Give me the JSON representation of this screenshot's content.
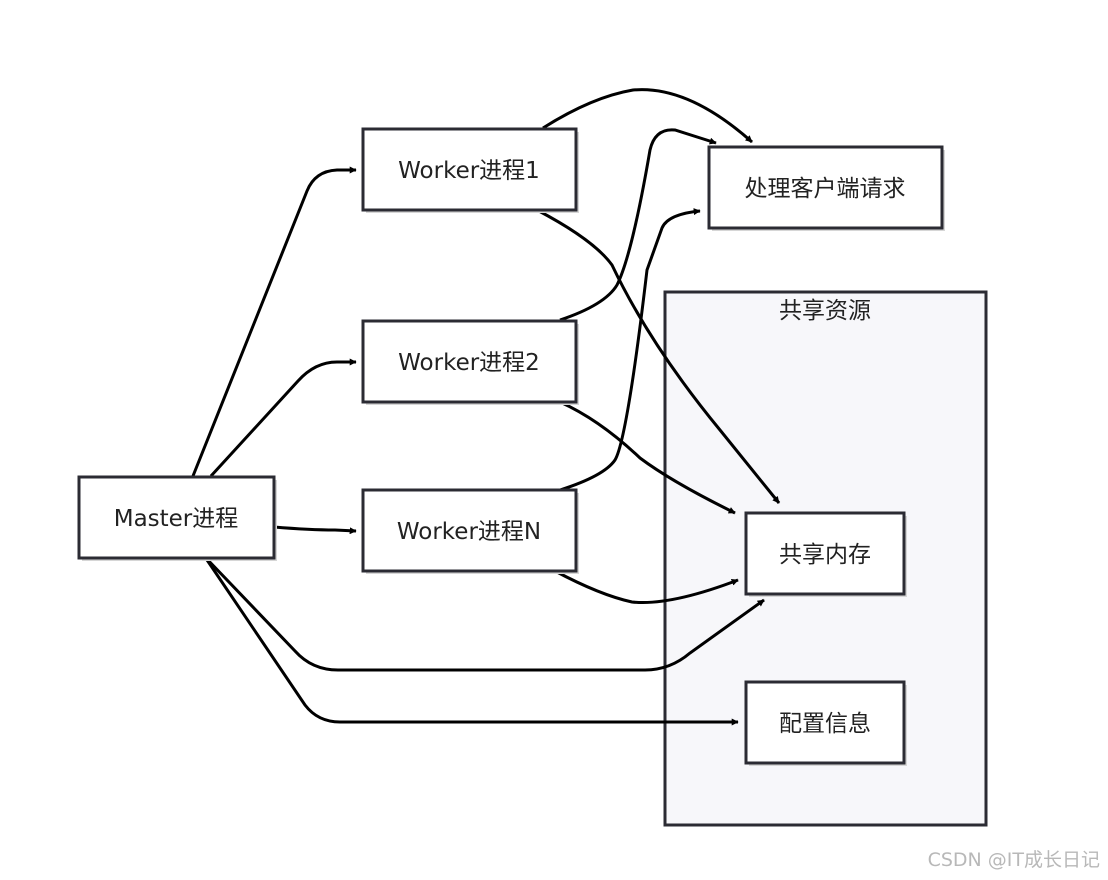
{
  "diagram": {
    "nodes": {
      "master": "Master进程",
      "worker1": "Worker进程1",
      "worker2": "Worker进程2",
      "workerN": "Worker进程N",
      "client": "处理客户端请求",
      "shm": "共享内存",
      "config": "配置信息"
    },
    "group_label": "共享资源",
    "edges": [
      {
        "from": "master",
        "to": "worker1"
      },
      {
        "from": "master",
        "to": "worker2"
      },
      {
        "from": "master",
        "to": "workerN"
      },
      {
        "from": "master",
        "to": "shm"
      },
      {
        "from": "master",
        "to": "config"
      },
      {
        "from": "worker1",
        "to": "client"
      },
      {
        "from": "worker1",
        "to": "shm"
      },
      {
        "from": "worker2",
        "to": "client"
      },
      {
        "from": "worker2",
        "to": "shm"
      },
      {
        "from": "workerN",
        "to": "client"
      },
      {
        "from": "workerN",
        "to": "shm"
      }
    ]
  },
  "watermark": "CSDN @IT成长日记"
}
